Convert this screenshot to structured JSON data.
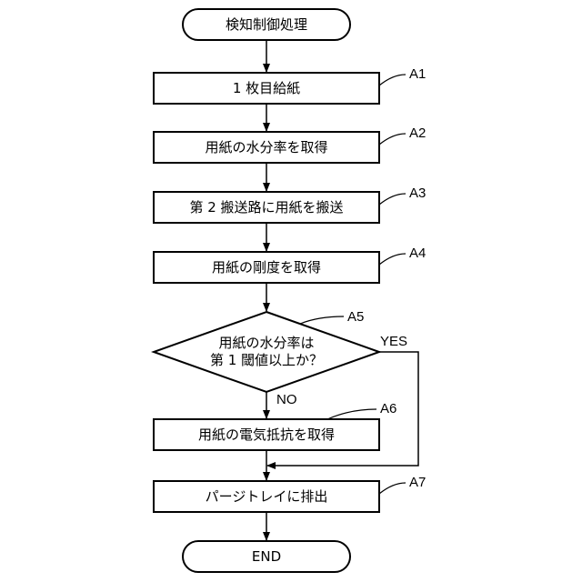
{
  "start": "検知制御処理",
  "steps": {
    "a1": {
      "id": "A1",
      "text": "1 枚目給紙"
    },
    "a2": {
      "id": "A2",
      "text": "用紙の水分率を取得"
    },
    "a3": {
      "id": "A3",
      "text": "第 2 搬送路に用紙を搬送"
    },
    "a4": {
      "id": "A4",
      "text": "用紙の剛度を取得"
    },
    "a5": {
      "id": "A5",
      "line1": "用紙の水分率は",
      "line2": "第 1 閾値以上か？"
    },
    "a6": {
      "id": "A6",
      "text": "用紙の電気抵抗を取得"
    },
    "a7": {
      "id": "A7",
      "text": "パージトレイに排出"
    }
  },
  "yes_label": "YES",
  "no_label": "NO",
  "end": "END"
}
